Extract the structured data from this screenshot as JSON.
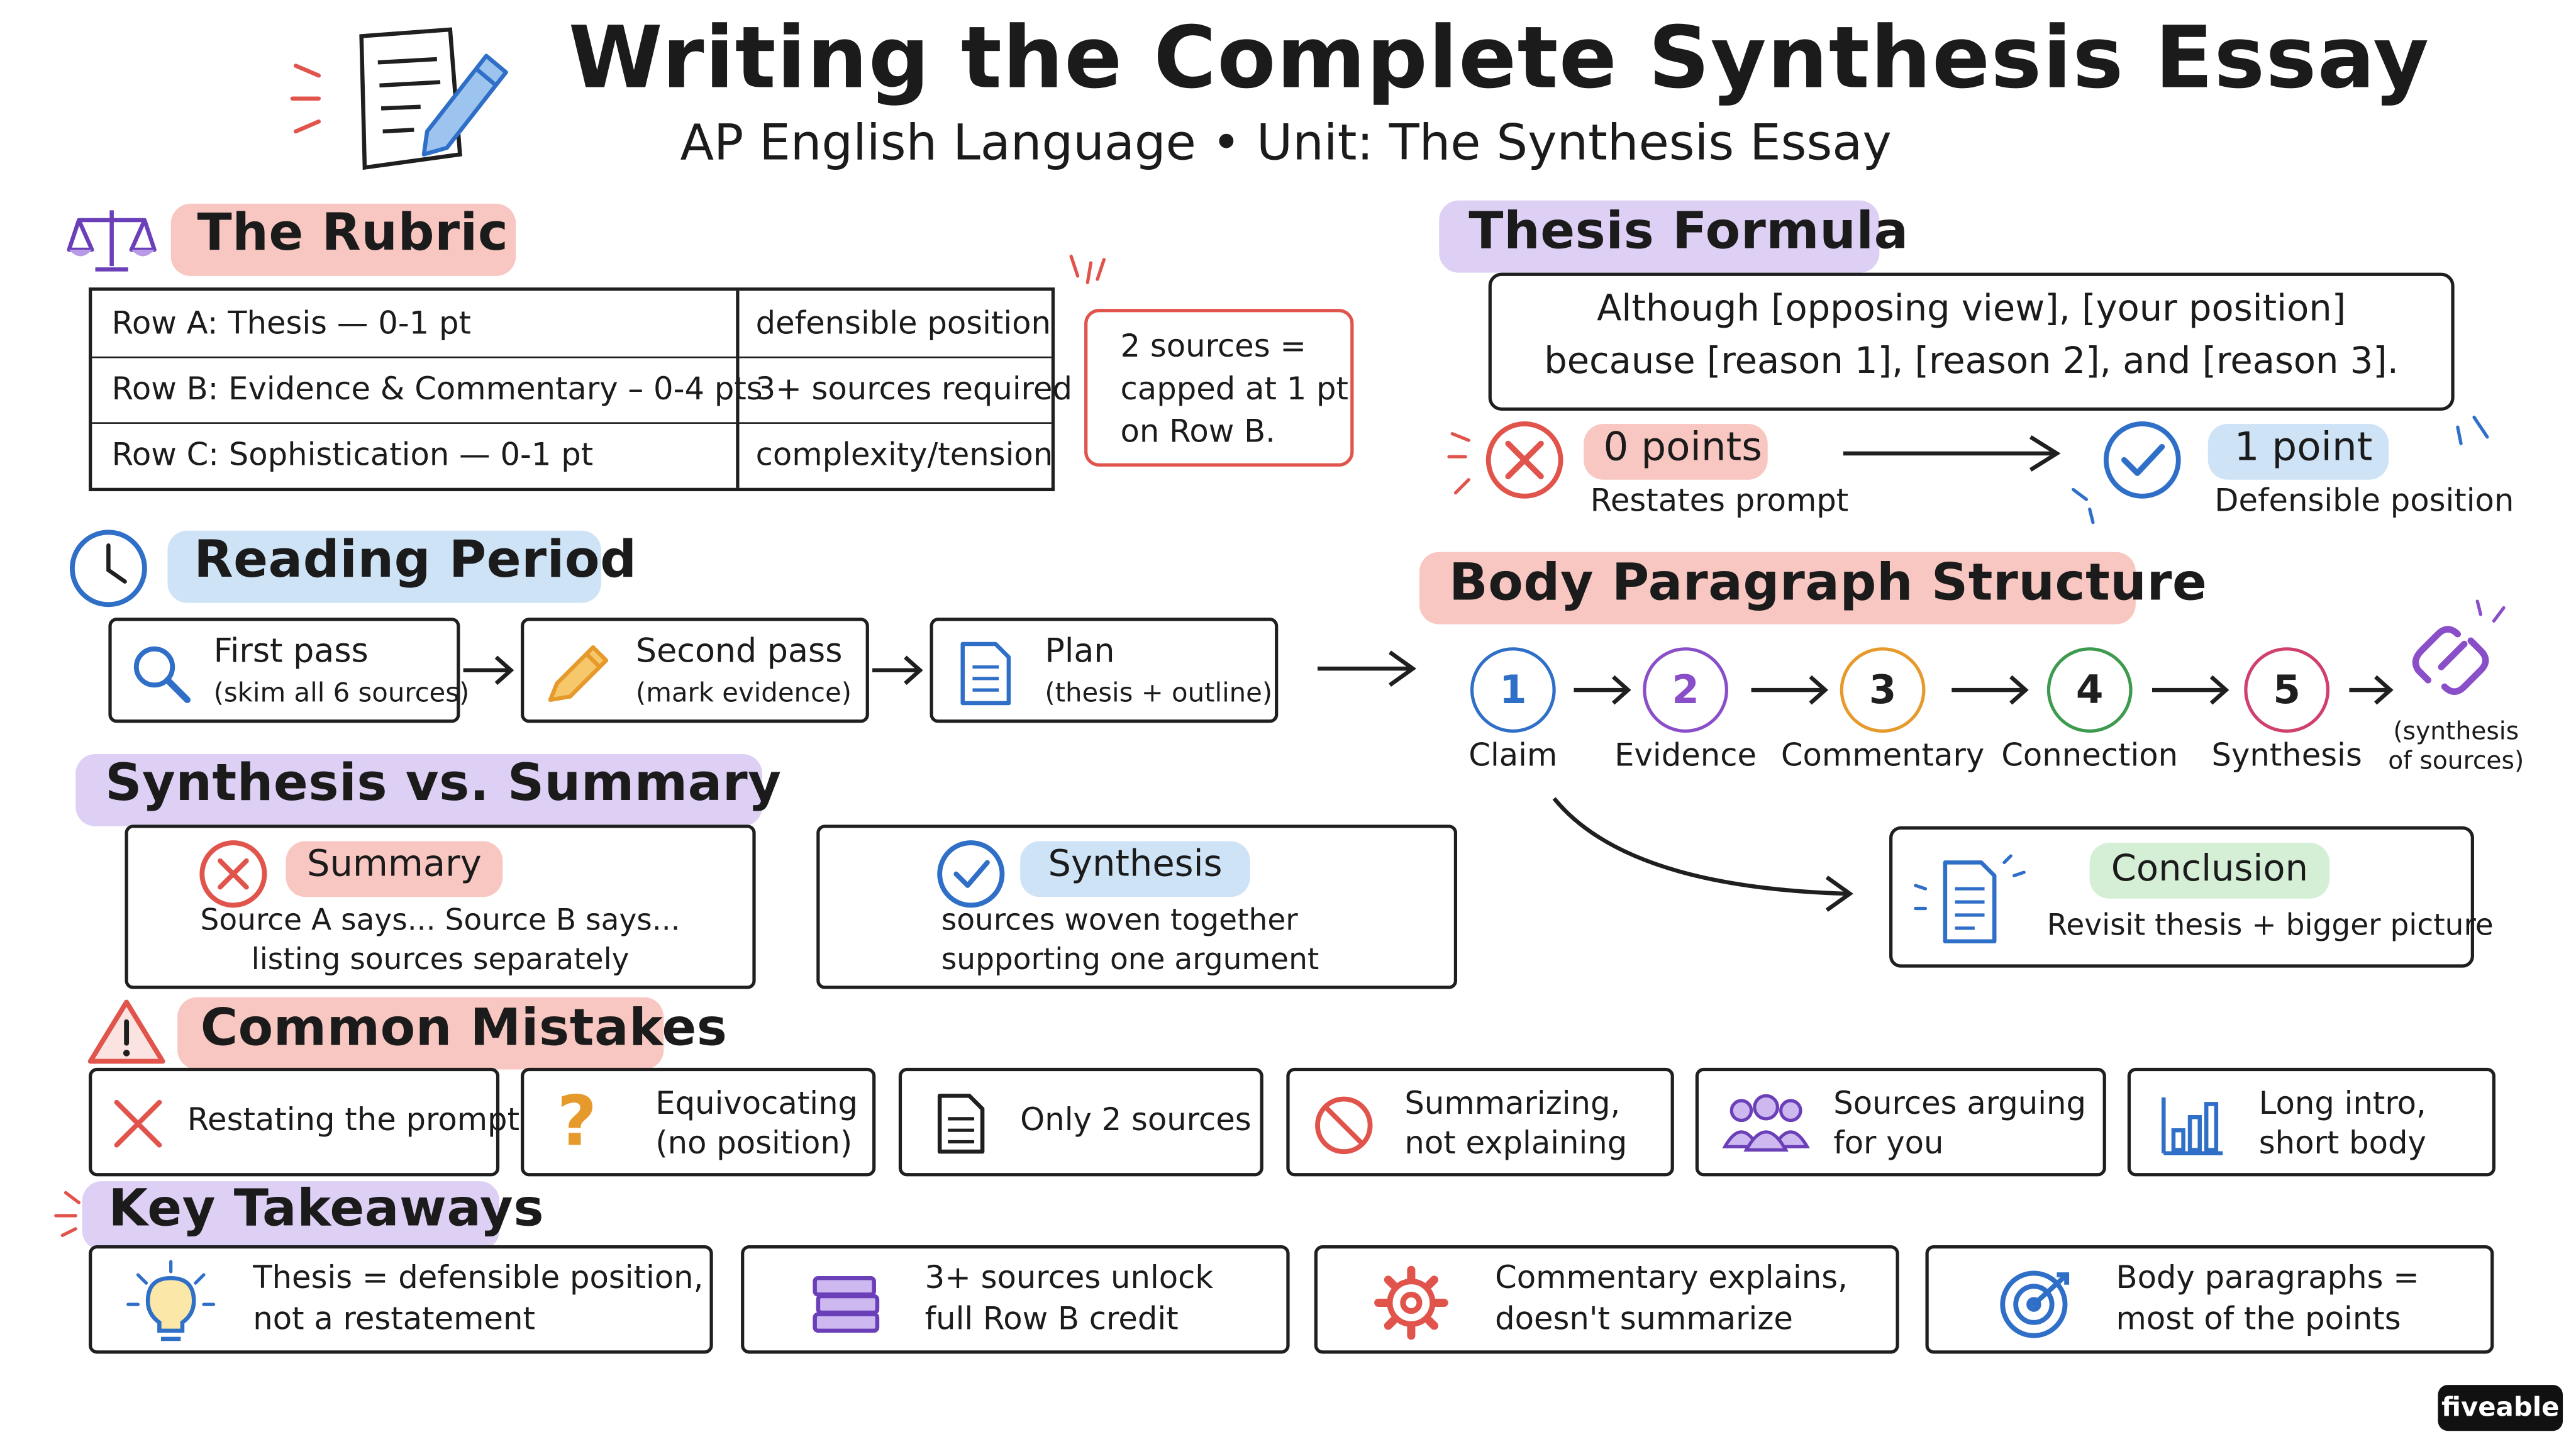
{
  "header": {
    "title": "Writing the Complete Synthesis Essay",
    "subtitle": "AP English Language • Unit: The Synthesis Essay"
  },
  "rubric": {
    "heading": "The Rubric",
    "rows": [
      {
        "label": "Row A: Thesis — 0-1 pt",
        "detail": "defensible position"
      },
      {
        "label": "Row B: Evidence & Commentary – 0-4 pts",
        "detail": "3+ sources required"
      },
      {
        "label": "Row C: Sophistication — 0-1 pt",
        "detail": "complexity/tension"
      }
    ],
    "note": [
      "2 sources =",
      "capped at 1 pt",
      "on Row B."
    ]
  },
  "thesis": {
    "heading": "Thesis Formula",
    "formula": [
      "Although [opposing view], [your position]",
      "because [reason 1], [reason 2], and [reason 3]."
    ],
    "bad": {
      "points": "0 points",
      "caption": "Restates prompt"
    },
    "good": {
      "points": "1 point",
      "caption": "Defensible position"
    }
  },
  "reading": {
    "heading": "Reading Period",
    "steps": [
      {
        "title": "First pass",
        "detail": "(skim all 6 sources)"
      },
      {
        "title": "Second pass",
        "detail": "(mark evidence)"
      },
      {
        "title": "Plan",
        "detail": "(thesis + outline)"
      }
    ]
  },
  "body": {
    "heading": "Body Paragraph Structure",
    "steps": [
      "Claim",
      "Evidence",
      "Commentary",
      "Connection",
      "Synthesis"
    ],
    "numbers": [
      "1",
      "2",
      "3",
      "4",
      "5"
    ],
    "end_note": [
      "(synthesis",
      "of sources)"
    ],
    "conclusion": {
      "title": "Conclusion",
      "caption": "Revisit thesis + bigger picture"
    }
  },
  "synthesis": {
    "heading": "Synthesis vs. Summary",
    "summary": {
      "title": "Summary",
      "lines": [
        "Source A says... Source B says...",
        "listing sources separately"
      ]
    },
    "synth": {
      "title": "Synthesis",
      "lines": [
        "sources woven together",
        "supporting one argument"
      ]
    }
  },
  "mistakes": {
    "heading": "Common Mistakes",
    "items": [
      {
        "lines": [
          "Restating the prompt"
        ]
      },
      {
        "lines": [
          "Equivocating",
          "(no position)"
        ]
      },
      {
        "lines": [
          "Only 2 sources"
        ]
      },
      {
        "lines": [
          "Summarizing,",
          "not explaining"
        ]
      },
      {
        "lines": [
          "Sources arguing",
          "for you"
        ]
      },
      {
        "lines": [
          "Long intro,",
          "short body"
        ]
      }
    ]
  },
  "takeaways": {
    "heading": "Key Takeaways",
    "items": [
      {
        "lines": [
          "Thesis = defensible position,",
          "not a restatement"
        ]
      },
      {
        "lines": [
          "3+ sources unlock",
          "full Row B credit"
        ]
      },
      {
        "lines": [
          "Commentary explains,",
          "doesn't summarize"
        ]
      },
      {
        "lines": [
          "Body paragraphs =",
          "most of the points"
        ]
      }
    ]
  },
  "brand": {
    "logo": "fiveable"
  },
  "colors": {
    "red": "#e0544c",
    "blue": "#2f6fc7",
    "purple": "#8a4fc8",
    "orange": "#e69a2c",
    "green": "#3e9a4e",
    "pink_highlight": "#f9c7c2",
    "purple_highlight": "#ddd0f4",
    "blue_highlight": "#cfe3f7",
    "green_highlight": "#d4efd6"
  }
}
